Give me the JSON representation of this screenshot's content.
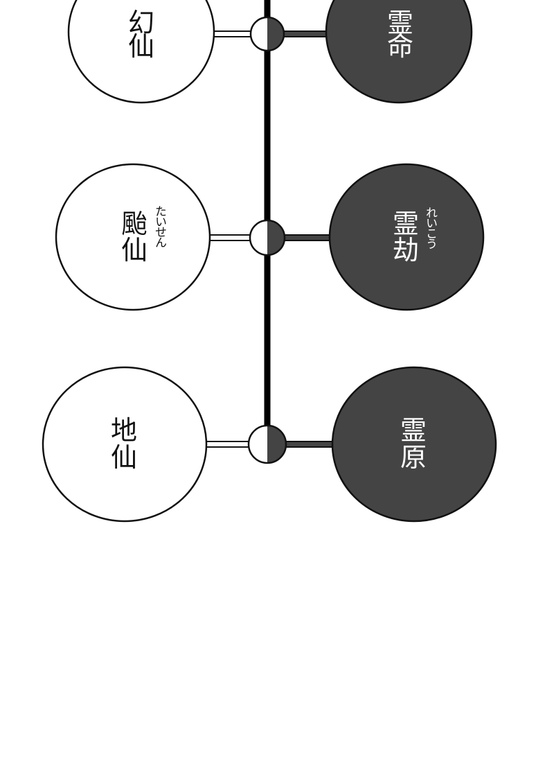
{
  "colors": {
    "background": "#ffffff",
    "outline": "#111111",
    "dark_fill": "#444444",
    "light_fill": "#ffffff",
    "spine": "#000000"
  },
  "rows": [
    {
      "left": {
        "chars": [
          "幻",
          "仙"
        ],
        "ruby": ""
      },
      "right": {
        "chars": [
          "霊",
          "命"
        ],
        "ruby": ""
      }
    },
    {
      "left": {
        "chars": [
          "颱",
          "仙"
        ],
        "ruby": "たいせん"
      },
      "right": {
        "chars": [
          "霊",
          "劫"
        ],
        "ruby": "れいこう"
      }
    },
    {
      "left": {
        "chars": [
          "地",
          "仙"
        ],
        "ruby": ""
      },
      "right": {
        "chars": [
          "霊",
          "原"
        ],
        "ruby": ""
      }
    }
  ]
}
